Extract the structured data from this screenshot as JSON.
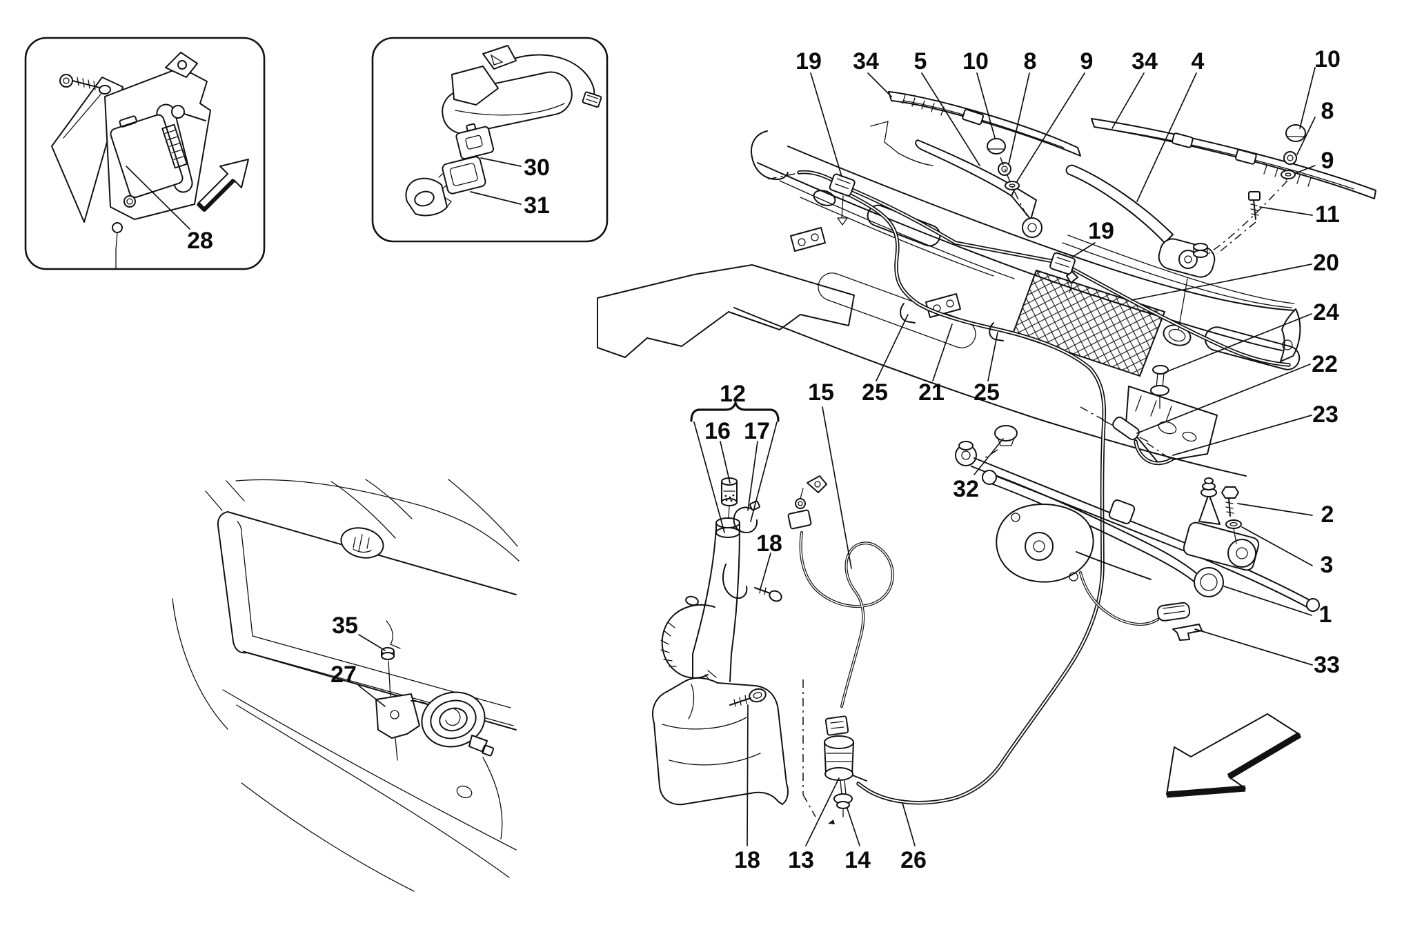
{
  "figure": {
    "type": "exploded-parts-diagram",
    "subject": "Windscreen wiper, washer system and horn - numbered parts illustration",
    "background": "#ffffff",
    "line_color": "#111111"
  },
  "icons": {
    "box_arrow": "direction-arrow-ne",
    "main_arrow": "direction-arrow-sw"
  },
  "callouts": {
    "c28": "28",
    "c30": "30",
    "c31": "31",
    "c19a": "19",
    "c34a": "34",
    "c5": "5",
    "c10a": "10",
    "c8a": "8",
    "c9a": "9",
    "c34b": "34",
    "c4": "4",
    "c10b": "10",
    "c8b": "8",
    "c9b": "9",
    "c11": "11",
    "c20": "20",
    "c24": "24",
    "c22": "22",
    "c23": "23",
    "c2": "2",
    "c3": "3",
    "c1": "1",
    "c33": "33",
    "c12": "12",
    "c16": "16",
    "c17": "17",
    "c15": "15",
    "c25a": "25",
    "c21": "21",
    "c25b": "25",
    "c19c": "19",
    "c32": "32",
    "c18a": "18",
    "c18b": "18",
    "c13": "13",
    "c14": "14",
    "c26": "26",
    "c35": "35",
    "c27": "27"
  }
}
